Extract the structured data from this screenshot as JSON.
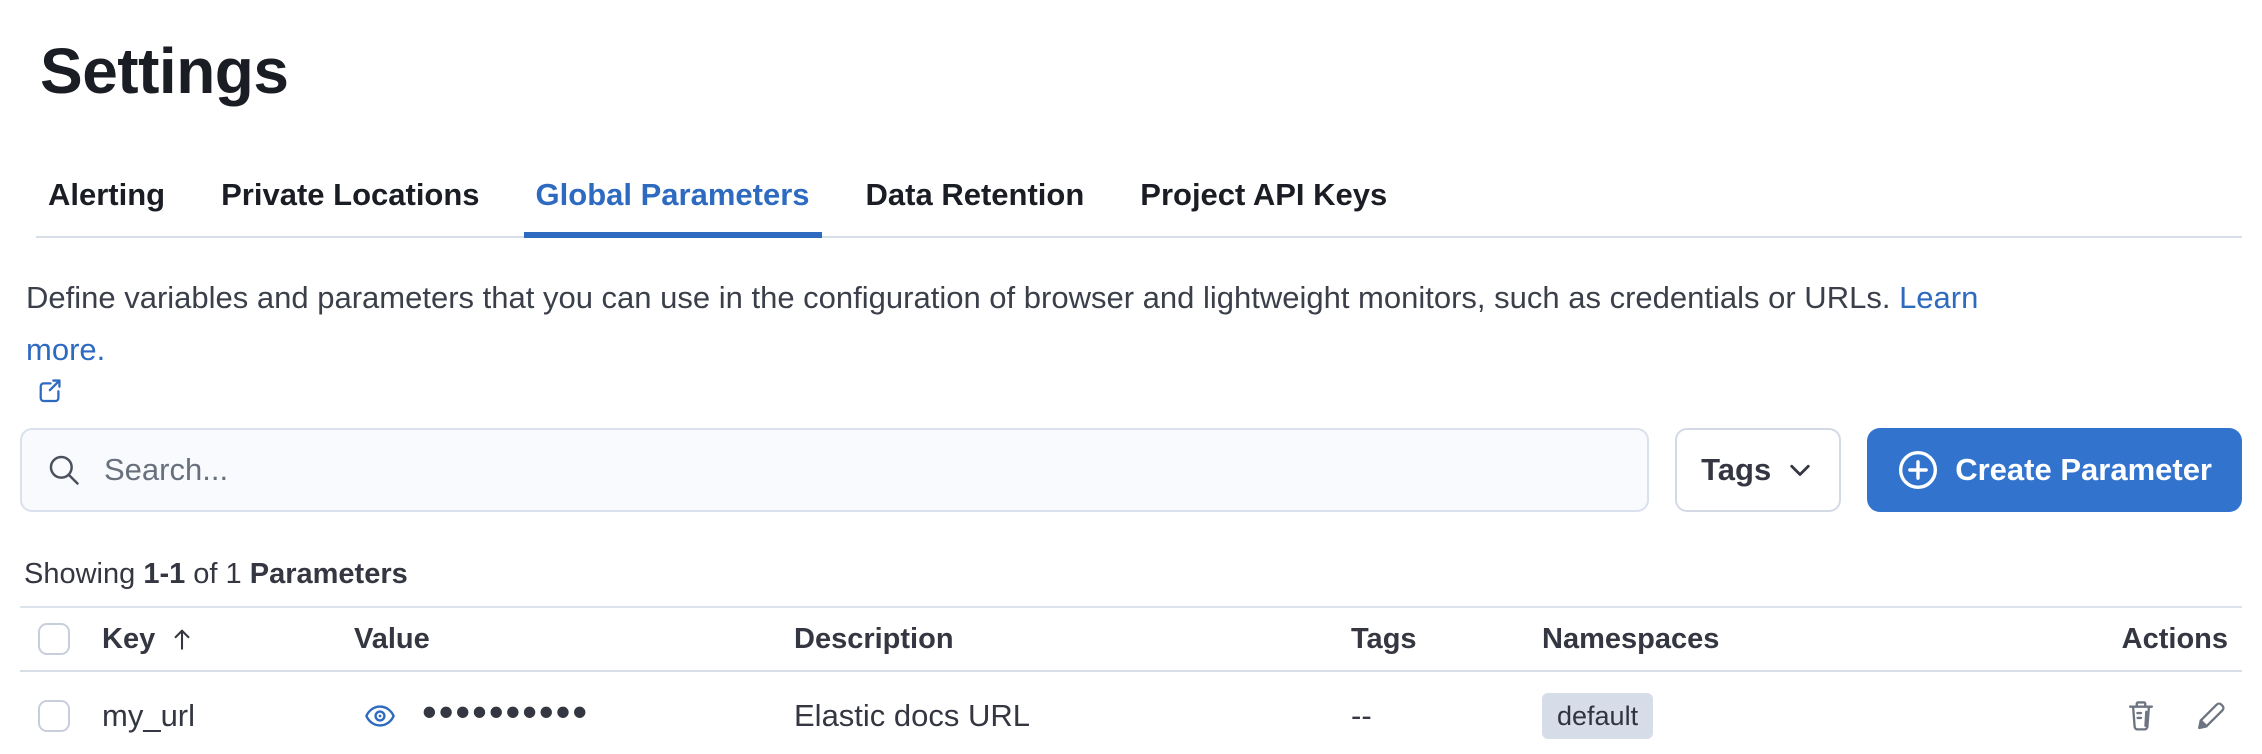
{
  "page": {
    "title": "Settings"
  },
  "tabs": [
    {
      "label": "Alerting",
      "active": false
    },
    {
      "label": "Private Locations",
      "active": false
    },
    {
      "label": "Global Parameters",
      "active": true
    },
    {
      "label": "Data Retention",
      "active": false
    },
    {
      "label": "Project API Keys",
      "active": false
    }
  ],
  "description": {
    "text": "Define variables and parameters that you can use in the configuration of browser and lightweight monitors, such as credentials or URLs.",
    "link_text_start": "Learn",
    "link_text_end": "more.",
    "external_icon": "external-link-icon"
  },
  "toolbar": {
    "search_placeholder": "Search...",
    "search_icon": "search-icon",
    "tags_button_label": "Tags",
    "tags_chevron_icon": "chevron-down-icon",
    "create_button_label": "Create Parameter",
    "create_button_icon": "plus-in-circle-icon"
  },
  "summary": {
    "prefix": "Showing",
    "range": "1-1",
    "of": "of 1",
    "entity": "Parameters"
  },
  "table": {
    "columns": [
      "Key",
      "Value",
      "Description",
      "Tags",
      "Namespaces",
      "Actions"
    ],
    "sorted_column": "Key",
    "sort_direction": "ascending",
    "sort_icon": "sort-ascending-icon",
    "rows": [
      {
        "key": "my_url",
        "value_masked": "••••••••••",
        "value_reveal_icon": "eye-icon",
        "description": "Elastic docs URL",
        "tags": "--",
        "namespaces": [
          "default"
        ],
        "action_icons": [
          "trash-icon",
          "pencil-icon"
        ]
      }
    ]
  },
  "colors": {
    "accent": "#2e6bc0",
    "button": "#3173cd",
    "text": "#343741",
    "subdued": "#69707d",
    "divider": "#d8dee8",
    "badge-bg": "#d6dce8",
    "icon-gray": "#6d7482"
  }
}
